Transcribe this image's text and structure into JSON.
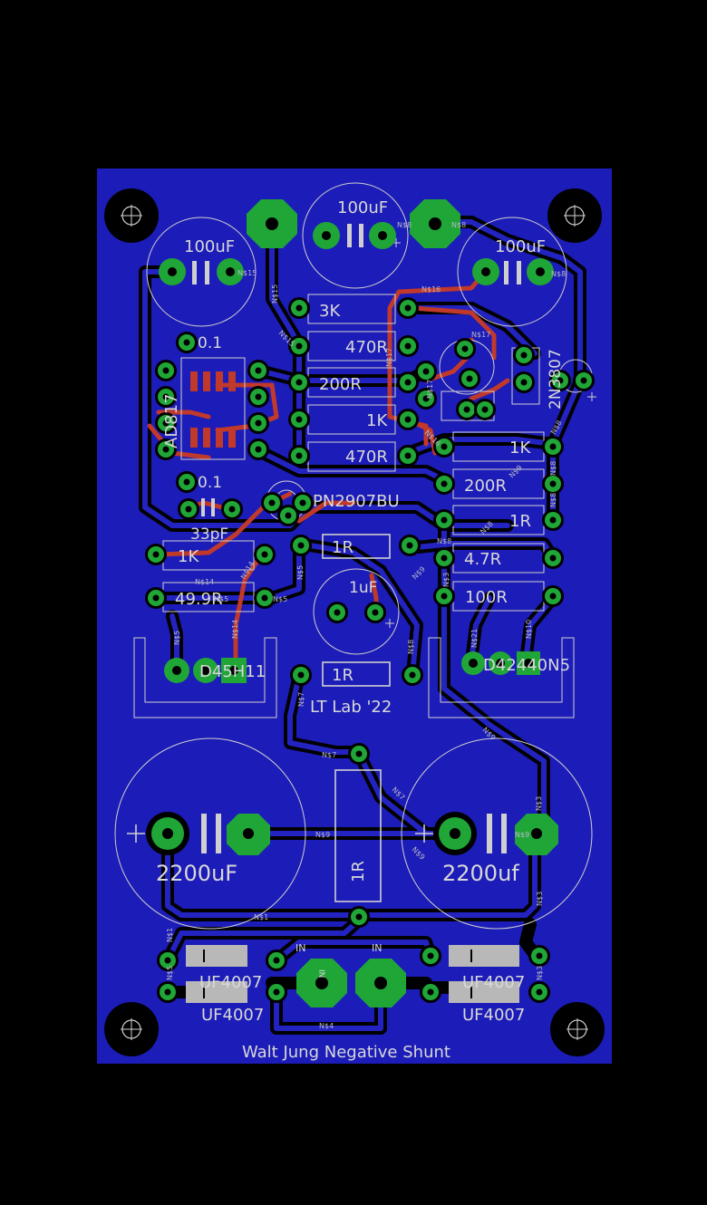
{
  "board": {
    "title": "Walt Jung Negative Shunt",
    "lab_tag": "LT Lab '22",
    "colors": {
      "background": "#000000",
      "copper_pour": "#1c1cb8",
      "pad": "#1fa637",
      "top_trace": "#c0392b",
      "silkscreen": "#d8d8d8"
    }
  },
  "components": {
    "c_100uf_top": "100uF",
    "c_100uf_left": "100uF",
    "c_100uf_right": "100uF",
    "c_01_top": "0.1",
    "c_01_bottom": "0.1",
    "c_33pf": "33pF",
    "r_3k": "3K",
    "r_470r_a": "470R",
    "r_200r_a": "200R",
    "r_1k_a": "1K",
    "r_470r_b": "470R",
    "r_1k_b": "1K",
    "r_200r_b": "200R",
    "r_1r_a": "1R",
    "r_1r_b": "1R",
    "r_4_7r": "4.7R",
    "r_100r": "100R",
    "r_1k_c": "1K",
    "r_49_9r": "49.9R",
    "r_1r_c": "1R",
    "r_1r_big": "1R",
    "c_1uf": "1uF",
    "q_pn2907bu": "PN2907BU",
    "q_2n3807": "2N3807",
    "u_ad817": "AD817",
    "d_45411": "D45H11",
    "d_d42440n5": "D42440N5",
    "c_2200uf_left": "2200uF",
    "c_2200uf_right": "2200uf",
    "d_uf4007_1": "UF4007",
    "d_uf4007_2": "UF4007",
    "d_uf4007_3": "UF4007",
    "d_uf4007_4": "UF4007",
    "in_left": "IN",
    "in_right": "IN",
    "in_mid": "IN"
  },
  "nets": {
    "n1": "N$1",
    "n3": "N$3",
    "n4": "N$4",
    "n5": "N$5",
    "n7": "N$7",
    "n8": "N$8",
    "n9": "N$9",
    "n10": "N$10",
    "n14": "N$14",
    "n15": "N$15",
    "n16": "N$16",
    "n17": "N$17",
    "n21": "N$21"
  },
  "icons": {
    "mounting_hole": "mounting-hole-icon",
    "plus_mark": "plus-icon"
  }
}
